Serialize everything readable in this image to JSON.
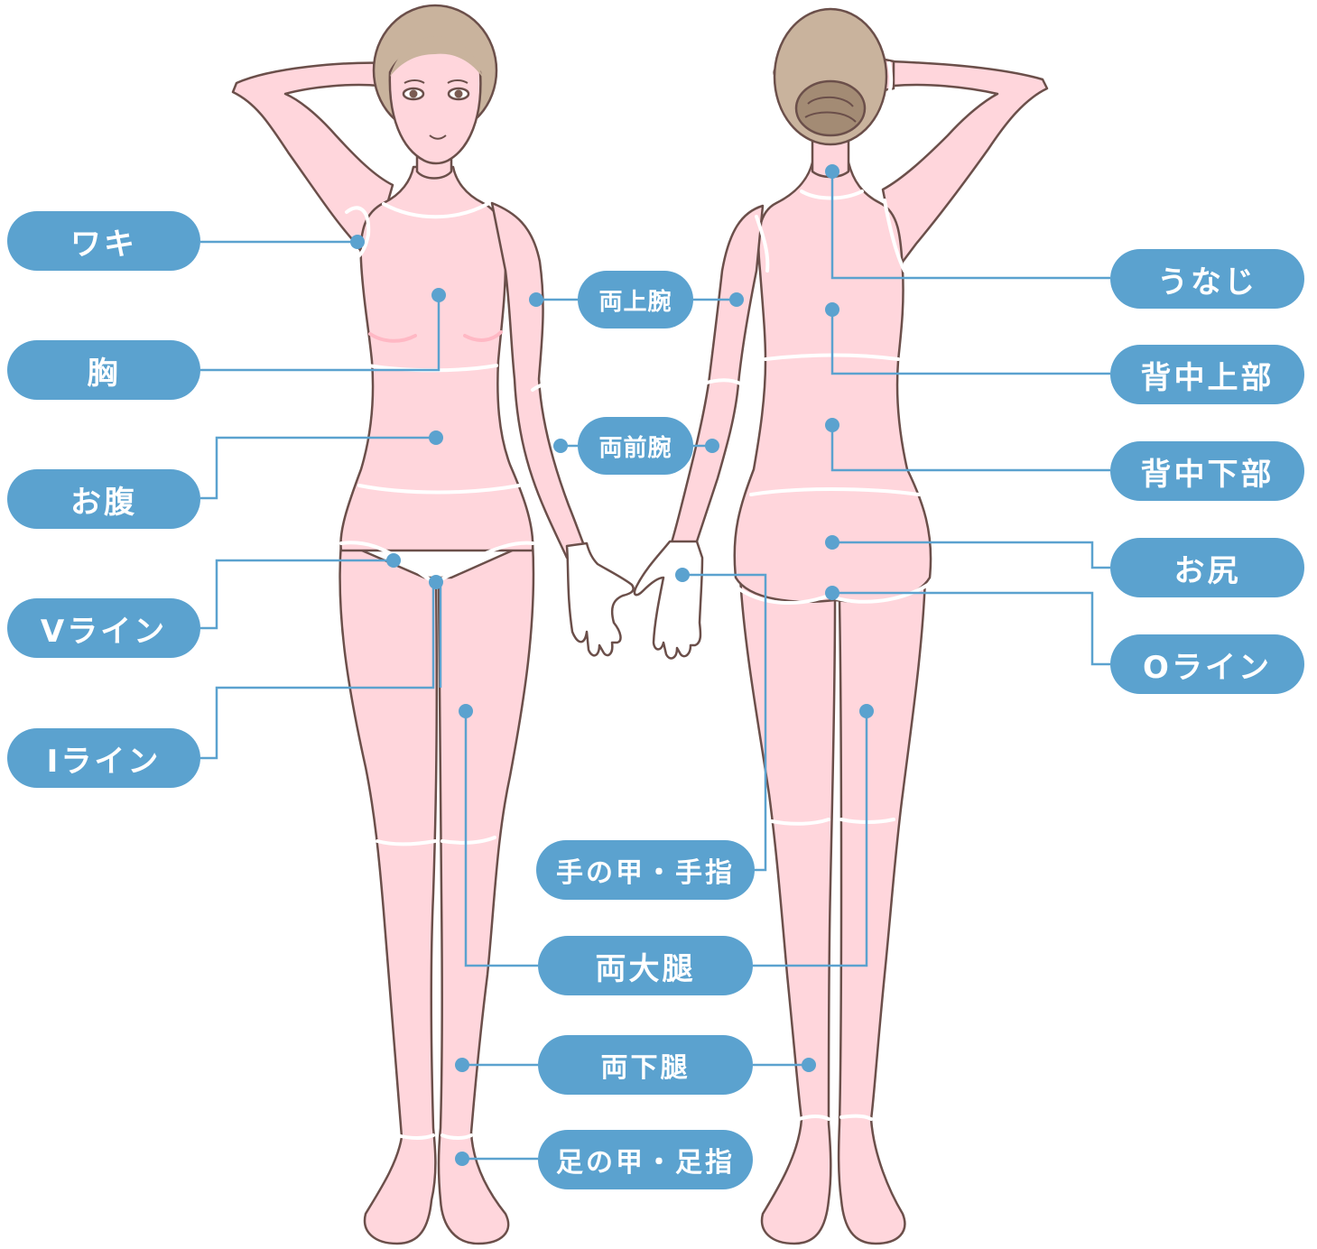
{
  "colors": {
    "skin": "#ffd6dc",
    "outline": "#6b4f4a",
    "hair": "#c9b39d",
    "hair_dark": "#a38b74",
    "seam": "#ffffff",
    "accent": "#5ba2cf",
    "label_text": "#ffffff"
  },
  "labels": {
    "waki": "ワキ",
    "mune": "胸",
    "onaka": "お腹",
    "v_line": "Vライン",
    "i_line": "Iライン",
    "unaji": "うなじ",
    "senaka_jobu": "背中上部",
    "senaka_kabu": "背中下部",
    "oshiri": "お尻",
    "o_line": "Oライン",
    "ryo_jowan": "両上腕",
    "ryo_zenwan": "両前腕",
    "te_no_ko": "手の甲・手指",
    "ryo_daitai": "両大腿",
    "ryo_katai": "両下腿",
    "ashi_no_ko": "足の甲・足指"
  }
}
